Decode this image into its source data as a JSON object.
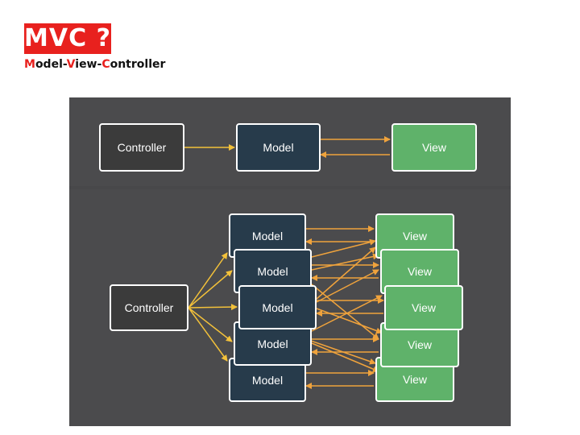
{
  "header": {
    "badge": "MVC ?",
    "subtitle_parts": [
      "M",
      "odel-",
      "V",
      "iew-",
      "C",
      "ontroller"
    ]
  },
  "colors": {
    "accent": "#e8211e",
    "panel": "#4b4b4d",
    "controller": "#3b3b3b",
    "model": "#273b4b",
    "view": "#5fb26a",
    "arrow": "#f0a33c"
  },
  "top": {
    "controller": "Controller",
    "model": "Model",
    "view": "View"
  },
  "bottom": {
    "controller": "Controller",
    "models": [
      "Model",
      "Model",
      "Model",
      "Model",
      "Model"
    ],
    "views": [
      "View",
      "View",
      "View",
      "View",
      "View"
    ]
  }
}
